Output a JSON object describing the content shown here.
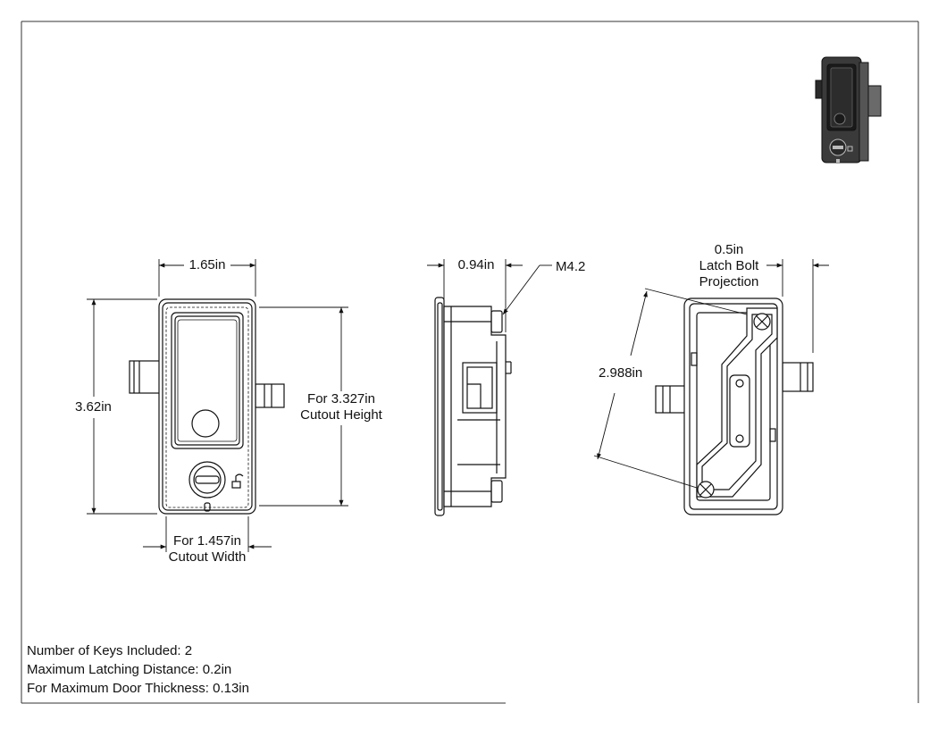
{
  "dimensions": {
    "overall_width": "1.65in",
    "overall_height": "3.62in",
    "cutout_height": [
      "For 3.327in",
      "Cutout Height"
    ],
    "cutout_width": [
      "For 1.457in",
      "Cutout Width"
    ],
    "depth": "0.94in",
    "screw": "M4.2",
    "latch_bolt": [
      "0.5in",
      "Latch Bolt",
      "Projection"
    ],
    "diagonal": "2.988in"
  },
  "notes": [
    "Number of Keys Included: 2",
    "Maximum Latching Distance: 0.2in",
    "For Maximum Door Thickness: 0.13in"
  ]
}
